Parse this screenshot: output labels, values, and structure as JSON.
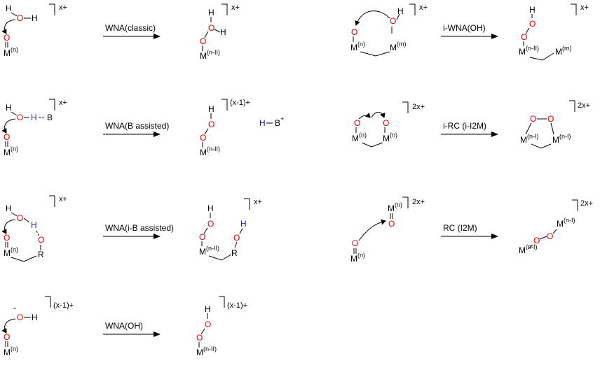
{
  "arrows": {
    "r1": "WNA(classic)",
    "r2": "WNA(B assisted)",
    "r3": "WNA(i-B assisted)",
    "r4": "WNA(OH)",
    "r5": "i-WNA(OH)",
    "r6": "i-RC (i-I2M)",
    "r7": "RC (I2M)"
  },
  "atoms": {
    "O": "O",
    "H": "H",
    "M": "M",
    "B": "B",
    "R": "R",
    "minus": "-"
  },
  "superscripts": {
    "n": "(n)",
    "n_minus_2": "(n-II)",
    "n_minus_1": "(n-I)",
    "m": "(m)",
    "plus": "+"
  },
  "charges": {
    "x_plus": "x+",
    "x_minus_1_plus": "(x-1)+",
    "two_x_plus": "2x+"
  }
}
